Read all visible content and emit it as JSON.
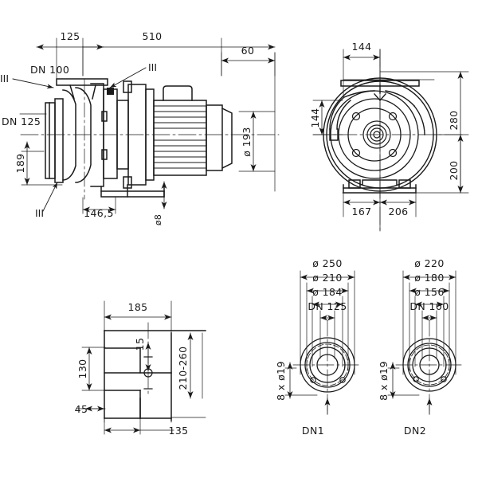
{
  "drawing": {
    "title": "Centrifugal pump dimensional drawing",
    "line_color": "#1a1a1a",
    "background_color": "#ffffff",
    "units": "mm"
  },
  "views": {
    "side": {
      "name": "side-elevation-view",
      "dimensions": {
        "length_flange_to_face": "125",
        "overall_length": "510",
        "motor_fan_cowl": "60",
        "suction_flange_label": "DN 100",
        "discharge_flange_label": "DN 125",
        "flange_height": "189",
        "base_offset": "146,5",
        "shaft_diameter": "ø 193",
        "bolt_hole": "ø8",
        "section_marker_top": "III",
        "section_marker_left": "III",
        "section_marker_bottom": "III"
      }
    },
    "front": {
      "name": "front-elevation-view",
      "dimensions": {
        "top_flange_width": "144",
        "flange_offset_left": "144",
        "overall_height": "280",
        "axis_height": "200",
        "base_left": "167",
        "base_right": "206"
      }
    },
    "plan": {
      "name": "plan-base-view",
      "dimensions": {
        "base_length": "185",
        "bolt_spacing": "130",
        "foot_thickness": "15",
        "height_range": "210-260",
        "edge_offset": "45",
        "base_width": "135"
      }
    },
    "flange_dn1": {
      "name": "flange-detail-dn1",
      "caption": "DN1",
      "dimensions": {
        "outer_diameter": "ø 250",
        "bolt_circle": "ø 210",
        "raised_face": "ø 184",
        "nominal": "DN 125",
        "bolt_holes": "8 x ø19"
      }
    },
    "flange_dn2": {
      "name": "flange-detail-dn2",
      "caption": "DN2",
      "dimensions": {
        "outer_diameter": "ø 220",
        "bolt_circle": "ø 180",
        "raised_face": "ø 156",
        "nominal": "DN 100",
        "bolt_holes": "8 x ø19"
      }
    }
  }
}
